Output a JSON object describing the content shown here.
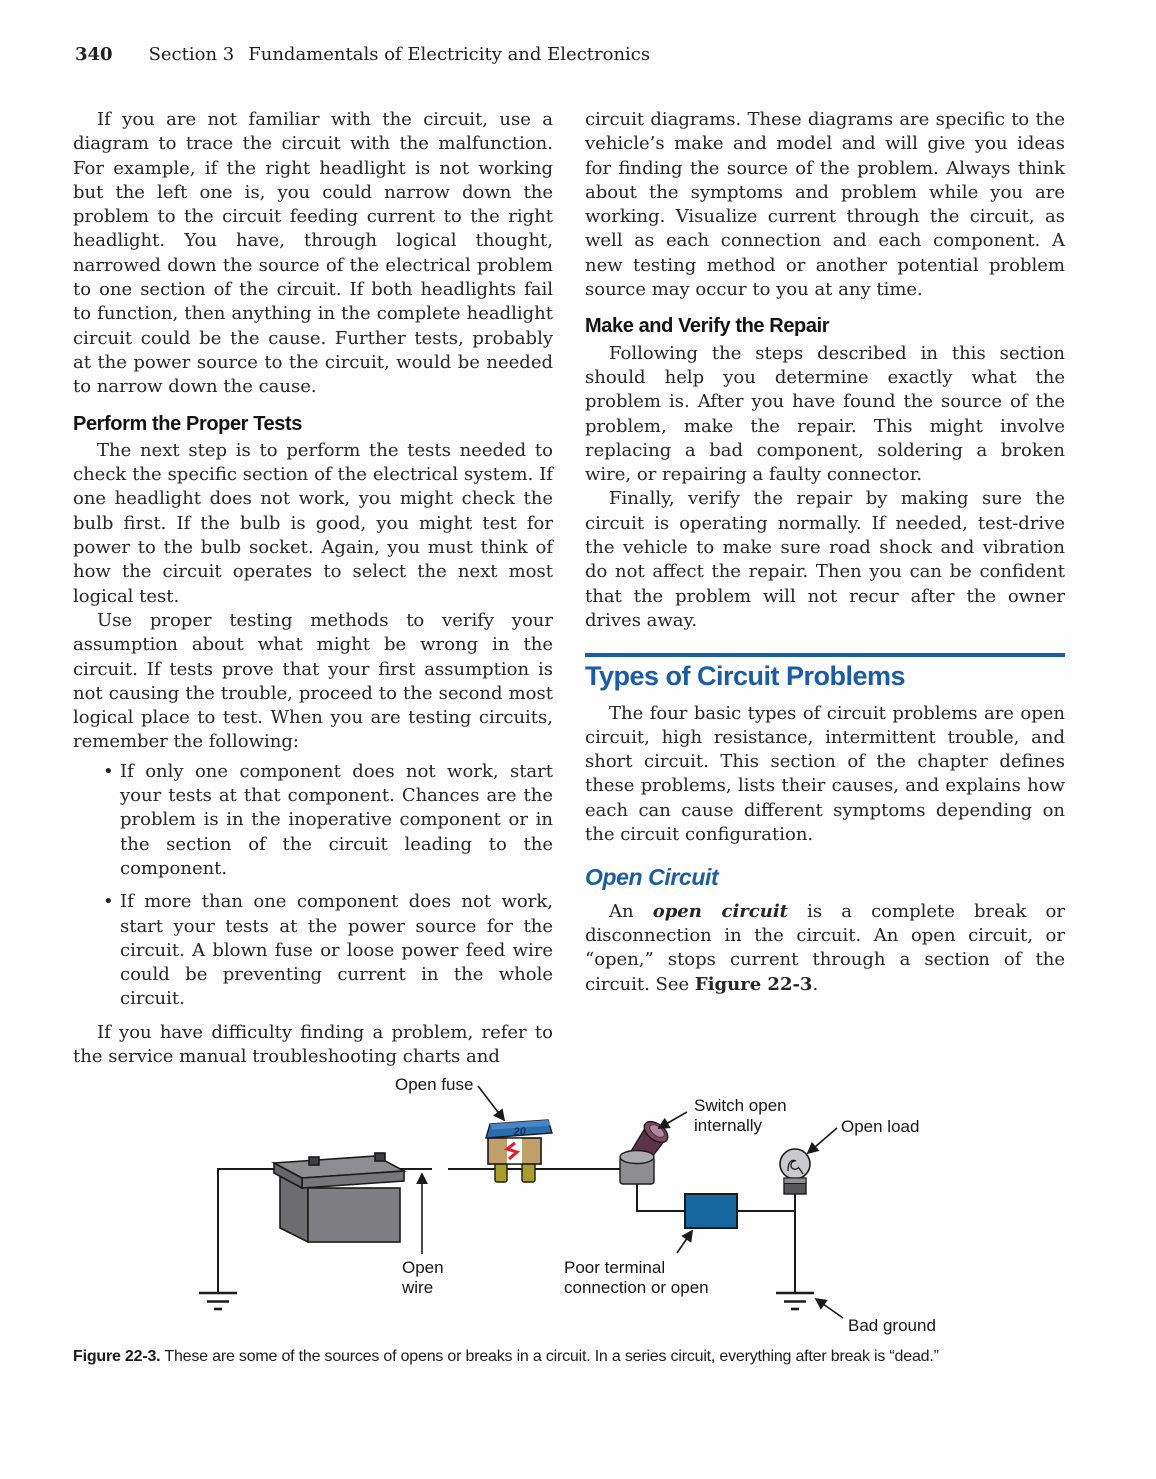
{
  "ui": {
    "bullet_char": "•"
  },
  "header": {
    "page_number": "340",
    "section": "Section 3",
    "title": "Fundamentals of Electricity and Electronics"
  },
  "left_column": {
    "para1": "If you are not familiar with the circuit, use a diagram to trace the circuit with the malfunction. For example, if the right headlight is not working but the left one is, you could narrow down the problem to the circuit feeding current to the right headlight. You have, through logical thought, narrowed down the source of the electrical problem to one section of the circuit. If both headlights fail to function, then anything in the complete headlight circuit could be the cause. Further tests, probably at the power source to the circuit, would be needed to narrow down the cause.",
    "heading1": "Perform the Proper Tests",
    "para2": "The next step is to perform the tests needed to check the specific section of the electrical system. If one headlight does not work, you might check the bulb first. If the bulb is good, you might test for power to the bulb socket. Again, you must think of how the circuit operates to select the next most logical test.",
    "para3": "Use proper testing methods to verify your assumption about what might be wrong in the circuit. If tests prove that your first assumption is not causing the trouble, proceed to the second most logical place to test. When you are testing circuits, remember the following:",
    "bullets": [
      "If only one component does not work, start your tests at that component. Chances are the problem is in the inoperative component or in the section of the circuit leading to the component.",
      "If more than one component does not work, start your tests at the power source for the circuit. A blown fuse or loose power feed wire could be preventing current in the whole circuit."
    ],
    "para4": "If you have difficulty finding a problem, refer to the service manual troubleshooting charts and"
  },
  "right_column": {
    "para1": "circuit diagrams. These diagrams are specific to the vehicle’s make and model and will give you ideas for finding the source of the problem. Always think about the symptoms and problem while you are working. Visualize current through the circuit, as well as each connection and each component. A new testing method or another potential problem source may occur to you at any time.",
    "heading1": "Make and Verify the Repair",
    "para2": "Following the steps described in this section should help you determine exactly what the problem is. After you have found the source of the problem, make the repair. This might involve replacing a bad component, soldering a broken wire, or repairing a faulty connector.",
    "para3": "Finally, verify the repair by making sure the circuit is operating normally. If needed, test-drive the vehicle to make sure road shock and vibration do not affect the repair. Then you can be confident that the problem will not recur after the owner drives away.",
    "heading2": "Types of Circuit Problems",
    "para4": "The four basic types of circuit problems are open circuit, high resistance, intermittent trouble, and short circuit. This section of the chapter defines these problems, lists their causes, and explains how each can cause different symptoms depending on the circuit configuration.",
    "heading3": "Open Circuit",
    "para5": {
      "pre": "An ",
      "term": "open circuit",
      "mid": " is a complete break or disconnection in the circuit. An open circuit, or “open,” stops current through a section of the circuit. See ",
      "ref": "Figure 22-3",
      "post": "."
    }
  },
  "figure": {
    "fuse_rating": "20",
    "labels": {
      "open_fuse": "Open fuse",
      "switch_open_line1": "Switch open",
      "switch_open_line2": "internally",
      "open_load": "Open load",
      "open_wire_line1": "Open",
      "open_wire_line2": "wire",
      "poor_terminal_line1": "Poor terminal",
      "poor_terminal_line2": "connection or open",
      "bad_ground": "Bad ground"
    },
    "caption_label": "Figure 22-3.",
    "caption_text": "These are some of the sources of opens or breaks in a circuit. In a series circuit, everything after break is “dead.”",
    "colors": {
      "accent_blue": "#1b5ca8",
      "terminal_block": "#16679f",
      "fuse_cap": "#2a6cb0",
      "fuse_body": "#c0a06a",
      "fuse_element": "#e8192c",
      "fuse_prong": "#ab9e28",
      "battery_gray": "#7f7f83",
      "switch_knob": "#5f3347"
    }
  }
}
